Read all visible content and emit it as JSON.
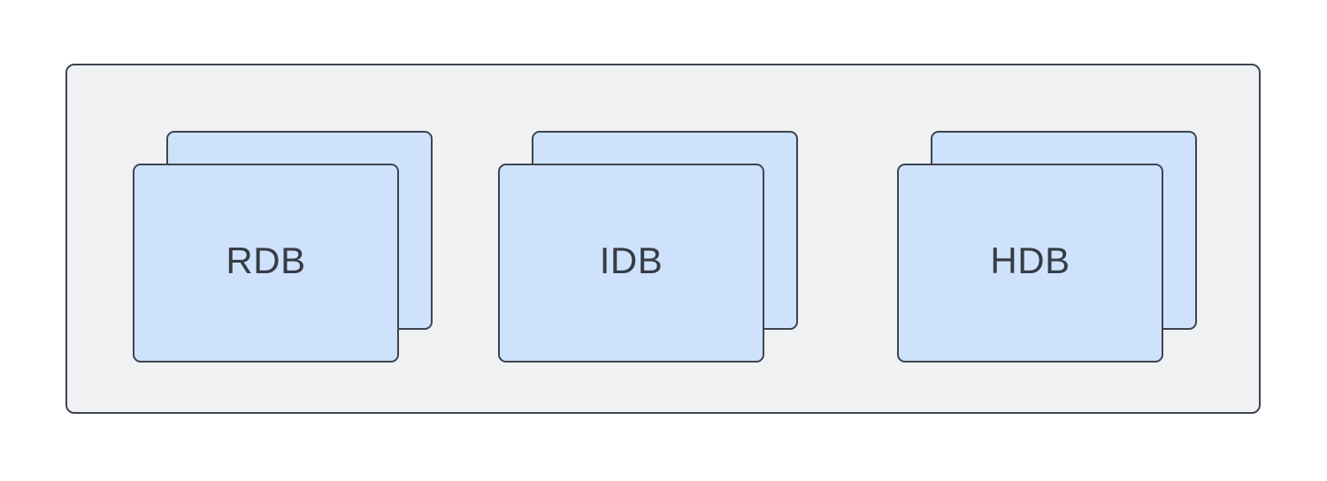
{
  "diagram": {
    "type": "architecture-diagram",
    "nodes": [
      {
        "id": "rdb",
        "label": "RDB"
      },
      {
        "id": "idb",
        "label": "IDB"
      },
      {
        "id": "hdb",
        "label": "HDB"
      }
    ],
    "colors": {
      "canvas_bg": "#ffffff",
      "container_fill": "#eff1f3",
      "container_border": "#3d4450",
      "node_fill": "#cfe2fc",
      "node_border": "#3d4450",
      "label_color": "#363c45"
    }
  }
}
